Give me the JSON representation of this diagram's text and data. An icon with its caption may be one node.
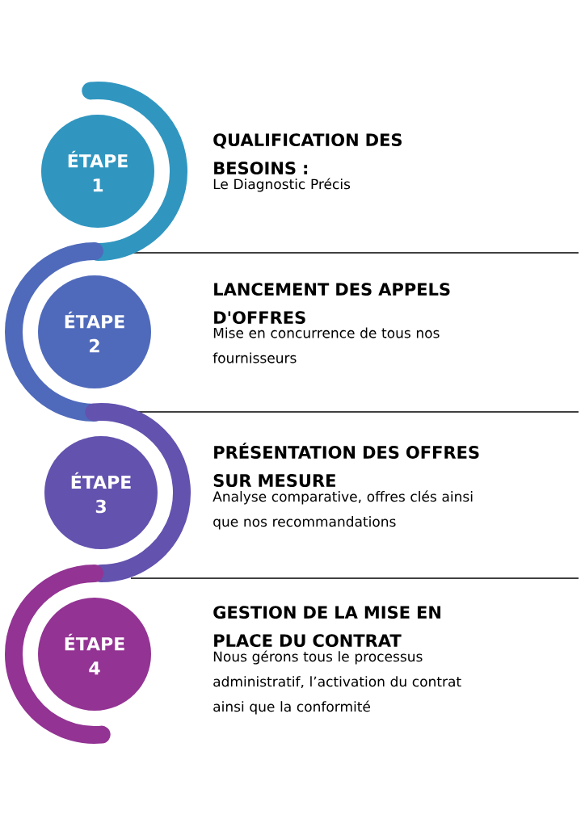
{
  "diagram": {
    "nodes": [
      {
        "text": [
          "ÉTAPE 1"
        ],
        "beside": [
          "QUALIFICATION DES BESOINS :",
          "Le Diagnostic Précis"
        ]
      },
      {
        "text": [
          "ÉTAPE 2"
        ],
        "beside": [
          "LANCEMENT DES APPELS D'OFFRES",
          "Mise en concurrence de tous nos fournisseurs"
        ]
      },
      {
        "text": [
          "ÉTAPE 3"
        ],
        "beside": [
          "PRÉSENTATION DES OFFRES SUR MESURE",
          "Analyse comparative, offres clés ainsi que nos recommandations"
        ]
      },
      {
        "text": [
          "ÉTAPE 4"
        ],
        "beside": [
          "GESTION DE LA MISE EN PLACE DU CONTRAT",
          "Nous gérons tous le processus administratif, l’activation du contrat ainsi que la conformité"
        ]
      }
    ]
  }
}
